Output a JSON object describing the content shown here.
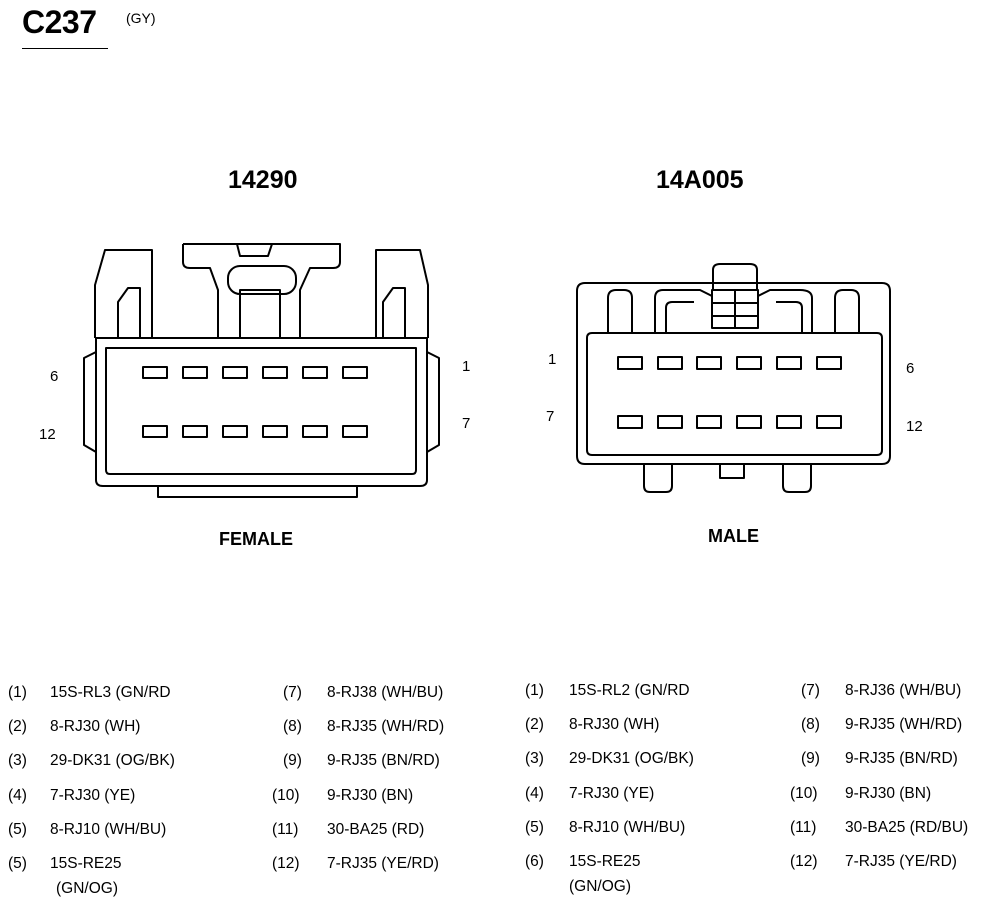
{
  "connector": {
    "id": "C237",
    "color": "(GY)"
  },
  "female": {
    "part_number": "14290",
    "label": "FEMALE",
    "pin_labels": {
      "top_left": "6",
      "bottom_left": "12",
      "top_right": "1",
      "bottom_right": "7"
    }
  },
  "male": {
    "part_number": "14A005",
    "label": "MALE",
    "pin_labels": {
      "top_left": "1",
      "bottom_left": "7",
      "top_right": "6",
      "bottom_right": "12"
    }
  },
  "legend_left": [
    {
      "pin": "(1)",
      "circuit": "15S-RL3 (GN/RD"
    },
    {
      "pin": "(2)",
      "circuit": "8-RJ30 (WH)"
    },
    {
      "pin": "(3)",
      "circuit": "29-DK31 (OG/BK)"
    },
    {
      "pin": "(4)",
      "circuit": "7-RJ30 (YE)"
    },
    {
      "pin": "(5)",
      "circuit": "8-RJ10 (WH/BU)"
    },
    {
      "pin": "(5)",
      "circuit": "15S-RE25",
      "circuit2": "(GN/OG)"
    },
    {
      "pin": "(7)",
      "circuit": "8-RJ38 (WH/BU)"
    },
    {
      "pin": "(8)",
      "circuit": "8-RJ35 (WH/RD)"
    },
    {
      "pin": "(9)",
      "circuit": "9-RJ35 (BN/RD)"
    },
    {
      "pin": "(10)",
      "circuit": "9-RJ30 (BN)"
    },
    {
      "pin": "(11)",
      "circuit": "30-BA25 (RD)"
    },
    {
      "pin": "(12)",
      "circuit": "7-RJ35 (YE/RD)"
    }
  ],
  "legend_right": [
    {
      "pin": "(1)",
      "circuit": "15S-RL2 (GN/RD"
    },
    {
      "pin": "(2)",
      "circuit": "8-RJ30 (WH)"
    },
    {
      "pin": "(3)",
      "circuit": "29-DK31 (OG/BK)"
    },
    {
      "pin": "(4)",
      "circuit": "7-RJ30 (YE)"
    },
    {
      "pin": "(5)",
      "circuit": "8-RJ10 (WH/BU)"
    },
    {
      "pin": "(6)",
      "circuit": "15S-RE25",
      "circuit2": "(GN/OG)"
    },
    {
      "pin": "(7)",
      "circuit": "8-RJ36 (WH/BU)"
    },
    {
      "pin": "(8)",
      "circuit": "9-RJ35 (WH/RD)"
    },
    {
      "pin": "(9)",
      "circuit": "9-RJ35 (BN/RD)"
    },
    {
      "pin": "(10)",
      "circuit": "9-RJ30 (BN)"
    },
    {
      "pin": "(11)",
      "circuit": "30-BA25 (RD/BU)"
    },
    {
      "pin": "(12)",
      "circuit": "7-RJ35 (YE/RD)"
    }
  ]
}
